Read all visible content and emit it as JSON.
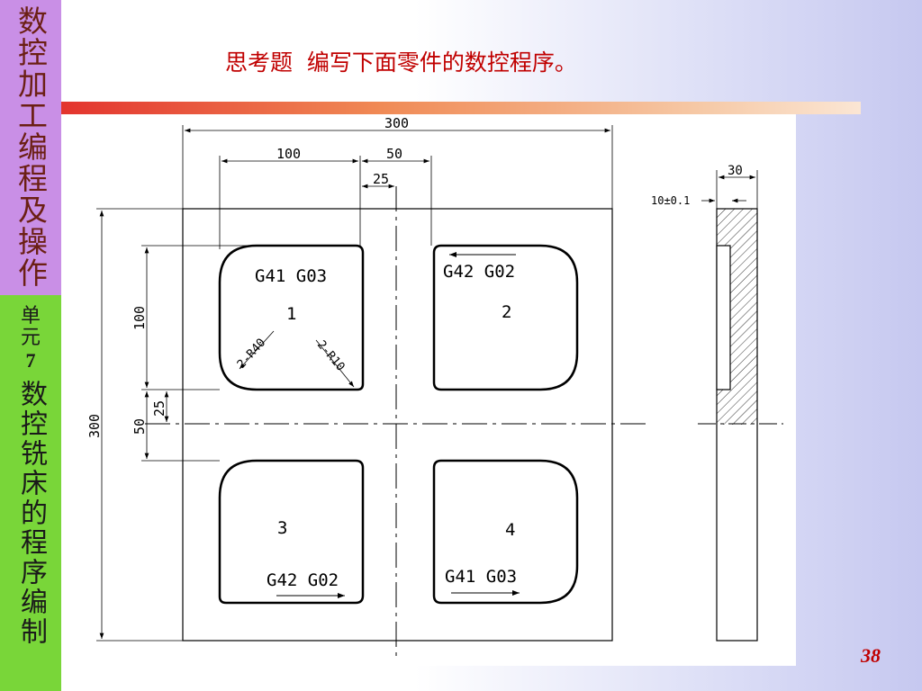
{
  "sidebar": {
    "course_title": "数控加工编程及操作",
    "unit_label": "单元",
    "unit_number": "7",
    "unit_title": "数控铣床的程序编制"
  },
  "slide": {
    "title": "思考题  编写下面零件的数控程序。",
    "page_number": "38"
  },
  "drawing": {
    "dim_300_top": "300",
    "dim_100_top": "100",
    "dim_50_top": "50",
    "dim_25_top": "25",
    "dim_30_side": "30",
    "dim_tolerance": "10±0.1",
    "dim_300_left": "300",
    "dim_100_left": "100",
    "dim_50_left": "50",
    "dim_25_left": "25",
    "pocket1_code": "G41  G03",
    "pocket1_num": "1",
    "pocket1_r40": "2-R40",
    "pocket1_r10": "2-R10",
    "pocket2_code": "G42  G02",
    "pocket2_num": "2",
    "pocket3_code": "G42  G02",
    "pocket3_num": "3",
    "pocket4_code": "G41  G03",
    "pocket4_num": "4"
  }
}
